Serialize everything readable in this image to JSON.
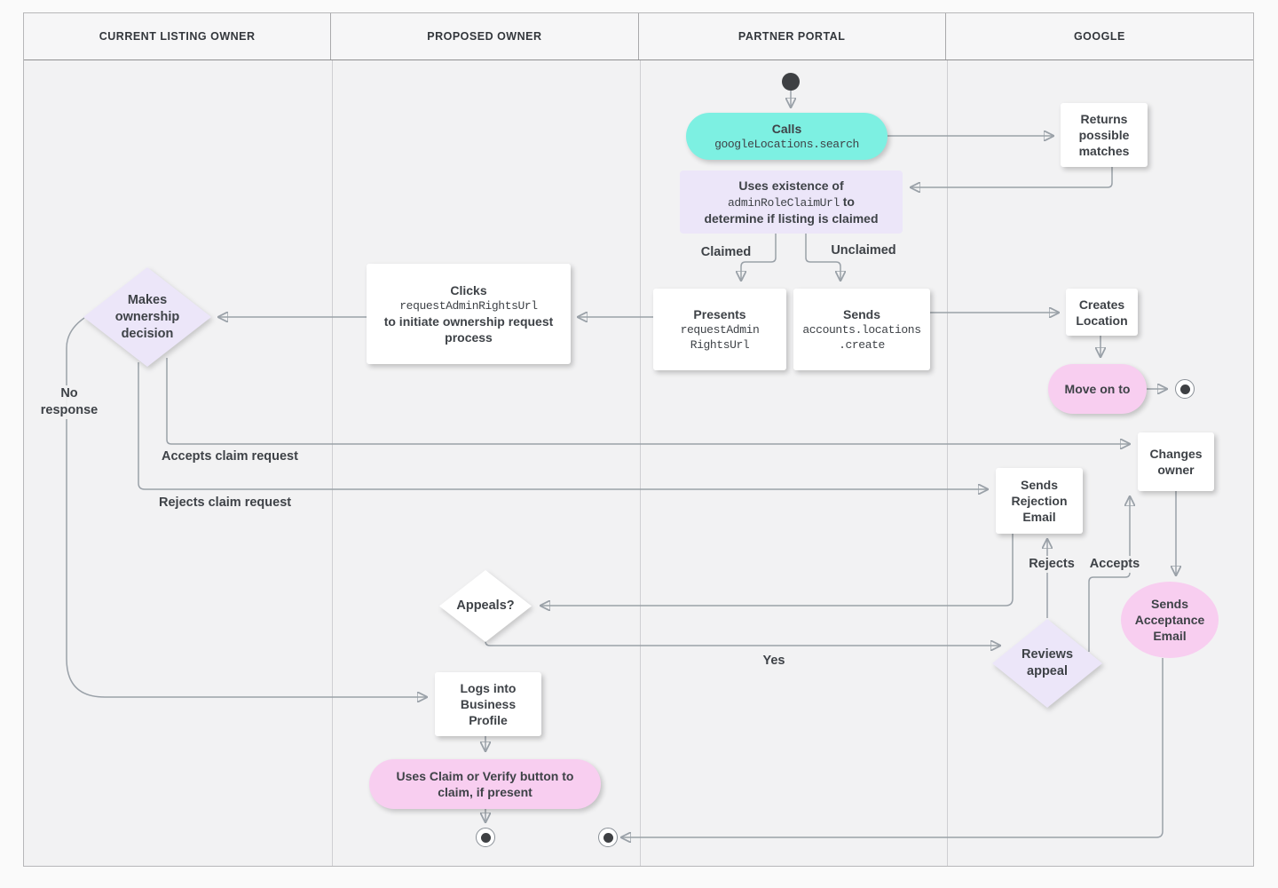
{
  "lanes": [
    "CURRENT LISTING OWNER",
    "PROPOSED OWNER",
    "PARTNER PORTAL",
    "GOOGLE"
  ],
  "nodes": {
    "calls": {
      "title": "Calls",
      "code": "googleLocations.search"
    },
    "returns_possible_matches": {
      "label": "Returns possible matches"
    },
    "uses_existence": {
      "line1": "Uses existence of",
      "code": "adminRoleClaimUrl",
      "line2_suffix": " to",
      "line3": "determine if listing is claimed"
    },
    "presents": {
      "title": "Presents",
      "code_lines": [
        "requestAdmin",
        "RightsUrl"
      ]
    },
    "sends_create": {
      "title": "Sends",
      "code_lines": [
        "accounts.locations",
        ".create"
      ]
    },
    "creates_location": {
      "label": "Creates Location"
    },
    "move_on_to": {
      "label": "Move on to"
    },
    "clicks": {
      "title": "Clicks",
      "code": "requestAdminRightsUrl",
      "rest": "to initiate ownership request process"
    },
    "makes_decision": {
      "label": "Makes ownership decision"
    },
    "changes_owner": {
      "label": "Changes owner"
    },
    "sends_rejection": {
      "label": "Sends Rejection Email"
    },
    "appeals": {
      "label": "Appeals?"
    },
    "reviews_appeal": {
      "label": "Reviews appeal"
    },
    "sends_acceptance": {
      "label": "Sends Acceptance Email"
    },
    "logs_into_profile": {
      "label": "Logs into Business Profile"
    },
    "uses_claim_button": {
      "label": "Uses Claim or Verify button to claim, if present"
    }
  },
  "edge_labels": {
    "claimed": "Claimed",
    "unclaimed": "Unclaimed",
    "no_response": "No response",
    "accepts_claim": "Accepts claim request",
    "rejects_claim": "Rejects claim request",
    "yes": "Yes",
    "rejects": "Rejects",
    "accepts": "Accepts"
  },
  "colors": {
    "teal_node": "#7df0e2",
    "lavender_node": "#ece6f9",
    "pink_node": "#f8cef0",
    "white_node": "#ffffff",
    "edge": "#9aa1a8",
    "arrowhead": "#7d848d",
    "text": "#3e4247",
    "lane_fill": "#f2f2f3",
    "header_fill": "#f6f6f7"
  }
}
